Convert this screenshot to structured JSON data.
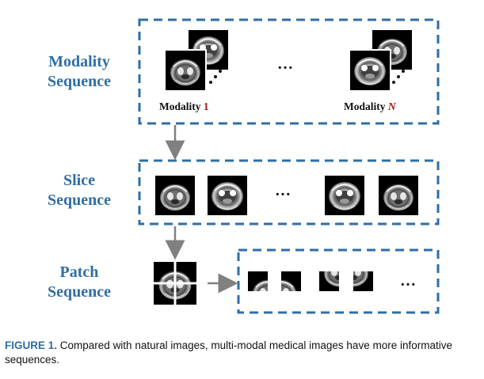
{
  "rows": {
    "modality": {
      "line1": "Modality",
      "line2": "Sequence"
    },
    "slice": {
      "line1": "Slice",
      "line2": "Sequence"
    },
    "patch": {
      "line1": "Patch",
      "line2": "Sequence"
    }
  },
  "modalities": {
    "first": {
      "prefix": "Modality",
      "index": "1"
    },
    "last": {
      "prefix": "Modality",
      "index": "N"
    }
  },
  "ellipsis": "…",
  "caption": {
    "label": "FIGURE 1.",
    "text": "Compared with natural images, multi-modal medical images have more informative sequences."
  },
  "colors": {
    "label_blue": "#2f6ea5",
    "box_dash": "#2f6ea5",
    "arrow_gray": "#808080",
    "index_red": "#a01818"
  }
}
